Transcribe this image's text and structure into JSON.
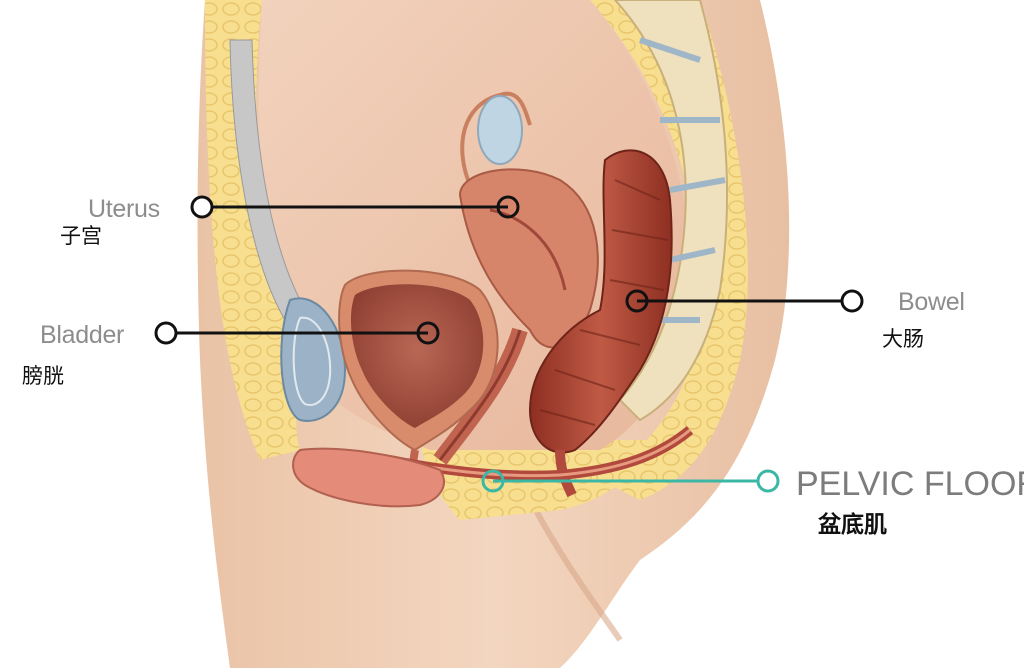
{
  "labels": {
    "uterus_en": "Uterus",
    "uterus_cn": "子宫",
    "bladder_en": "Bladder",
    "bladder_cn": "膀胱",
    "bowel_en": "Bowel",
    "bowel_cn": "大肠",
    "pelvic_floor_en": "PELVIC FLOOR",
    "pelvic_floor_cn": "盆底肌"
  },
  "colors": {
    "skin": "#efcfb6",
    "fat": "#f7dd8e",
    "muscle": "#b14a3c",
    "bladder_wall": "#cf8060",
    "pointer_line": "#111111",
    "pelvic_line": "#3bb7a6"
  }
}
